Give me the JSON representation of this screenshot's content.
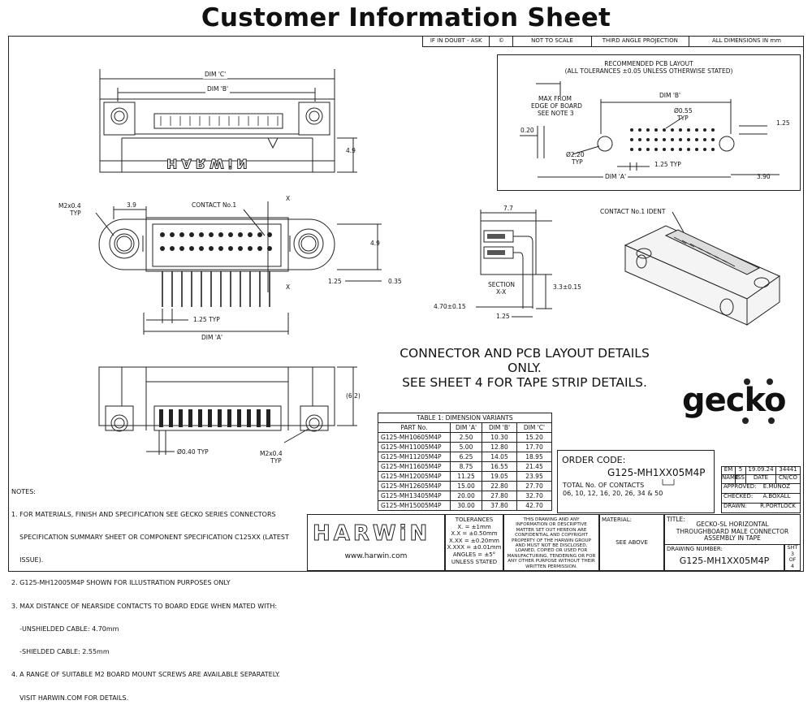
{
  "header": {
    "title": "Customer Information Sheet",
    "strip": [
      "IF IN DOUBT - ASK",
      "©",
      "NOT TO SCALE",
      "THIRD ANGLE PROJECTION",
      "ALL DIMENSIONS IN mm"
    ]
  },
  "top_view": {
    "dim_c": "DIM 'C'",
    "dim_b": "DIM 'B'",
    "height": "4.9",
    "brand": "HARWiN"
  },
  "front_view": {
    "screw": "M2x0.4",
    "screw_typ": "TYP",
    "dim_39": "3.9",
    "contact1": "CONTACT No.1",
    "x1": "X",
    "x2": "X",
    "height": "4.9",
    "dim_125": "1.25",
    "dim_035": "0.35",
    "pitch": "1.25 TYP",
    "dim_a": "DIM 'A'"
  },
  "section_view": {
    "width": "7.7",
    "label1": "SECTION",
    "label2": "X-X",
    "dim_33": "3.3",
    "tol_33": "±0.15",
    "dim_470": "4.70",
    "tol_470": "±0.15",
    "dim_125": "1.25"
  },
  "bottom_view": {
    "height": "(6.2)",
    "pin_dia": "Ø0.40 TYP",
    "screw": "M2x0.4",
    "screw_typ": "TYP"
  },
  "pcb_layout": {
    "title1": "RECOMMENDED PCB LAYOUT",
    "title2": "(ALL TOLERANCES ±0.05 UNLESS OTHERWISE STATED)",
    "dim_b": "DIM 'B'",
    "max_from1": "MAX FROM",
    "max_from2": "EDGE OF BOARD",
    "max_from3": "SEE NOTE 3",
    "hole_dia": "Ø0.55",
    "hole_typ": "TYP",
    "dim_020": "0.20",
    "dim_125r": "1.25",
    "mount_dia": "Ø2.20",
    "mount_typ": "TYP",
    "pitch": "1.25 TYP",
    "dim_a": "DIM 'A'",
    "dim_390": "3.90"
  },
  "iso_view": {
    "contact_ident": "CONTACT No.1 IDENT"
  },
  "details": {
    "line1": "CONNECTOR AND PCB LAYOUT DETAILS",
    "line2": "ONLY.",
    "line3": "SEE SHEET 4 FOR TAPE STRIP DETAILS."
  },
  "logo": "gecko",
  "table": {
    "caption": "TABLE 1: DIMENSION VARIANTS",
    "headers": [
      "PART No.",
      "DIM 'A'",
      "DIM 'B'",
      "DIM 'C'"
    ],
    "rows": [
      [
        "G125-MH10605M4P",
        "2.50",
        "10.30",
        "15.20"
      ],
      [
        "G125-MH11005M4P",
        "5.00",
        "12.80",
        "17.70"
      ],
      [
        "G125-MH11205M4P",
        "6.25",
        "14.05",
        "18.95"
      ],
      [
        "G125-MH11605M4P",
        "8.75",
        "16.55",
        "21.45"
      ],
      [
        "G125-MH12005M4P",
        "11.25",
        "19.05",
        "23.95"
      ],
      [
        "G125-MH12605M4P",
        "15.00",
        "22.80",
        "27.70"
      ],
      [
        "G125-MH13405M4P",
        "20.00",
        "27.80",
        "32.70"
      ],
      [
        "G125-MH15005M4P",
        "30.00",
        "37.80",
        "42.70"
      ]
    ]
  },
  "order": {
    "label": "ORDER CODE:",
    "code": "G125-MH1XX05M4P",
    "contacts_label": "TOTAL No. OF CONTACTS",
    "contacts": "06, 10, 12, 16, 20, 26, 34 & 50"
  },
  "revision": {
    "row1": [
      "EM",
      "5",
      "19.09.24",
      "34441"
    ],
    "row1b": [
      "NAME",
      "ISS.",
      "DATE",
      "CN/CO"
    ],
    "approved_label": "APPROVED:",
    "approved": "E.MUNOZ",
    "checked_label": "CHECKED:",
    "checked": "A.BOXALL",
    "drawn_label": "DRAWN:",
    "drawn": "R.PORTLOCK"
  },
  "notes": {
    "heading": "NOTES:",
    "lines": [
      "1. FOR MATERIALS, FINISH AND SPECIFICATION SEE GECKO SERIES CONNECTORS",
      "    SPECIFICATION SUMMARY SHEET OR COMPONENT SPECIFICATION C125XX (LATEST",
      "    ISSUE).",
      "2. G125-MH12005M4P SHOWN FOR ILLUSTRATION PURPOSES ONLY",
      "3. MAX DISTANCE OF NEARSIDE CONTACTS TO BOARD EDGE WHEN MATED WITH:",
      "    -UNSHIELDED CABLE: 4.70mm",
      "    -SHIELDED CABLE: 2.55mm",
      "4. A RANGE OF SUITABLE M2 BOARD MOUNT SCREWS ARE AVAILABLE SEPARATELY.",
      "    VISIT HARWIN.COM FOR DETAILS."
    ]
  },
  "title_block": {
    "brand": "HARWiN",
    "url": "www.harwin.com",
    "tol_heading": "TOLERANCES",
    "tol_lines": [
      "X. = ±1mm",
      "X.X = ±0.50mm",
      "X.XX = ±0.20mm",
      "X.XXX = ±0.01mm",
      "ANGLES = ±5°",
      "UNLESS STATED"
    ],
    "legal": [
      "THIS DRAWING AND ANY",
      "INFORMATION OR DESCRIPTIVE",
      "MATTER SET OUT HEREON ARE",
      "CONFIDENTIAL AND COPYRIGHT",
      "PROPERTY OF THE HARWIN GROUP",
      "AND MUST NOT BE DISCLOSED,",
      "LOANED, COPIED OR USED FOR",
      "MANUFACTURING, TENDERING OR FOR",
      "ANY OTHER PURPOSE WITHOUT THEIR",
      "WRITTEN PERMISSION."
    ],
    "material_label": "MATERIAL:",
    "material": "SEE ABOVE",
    "title_label": "TITLE:",
    "title_lines": [
      "GECKO-SL HORIZONTAL",
      "THROUGHBOARD MALE CONNECTOR",
      "ASSEMBLY IN TAPE"
    ],
    "drawing_label": "DRAWING NUMBER:",
    "drawing_number": "G125-MH1XX05M4P",
    "sht": "SHT",
    "sht_no": "3",
    "of": "OF",
    "of_no": "4"
  }
}
